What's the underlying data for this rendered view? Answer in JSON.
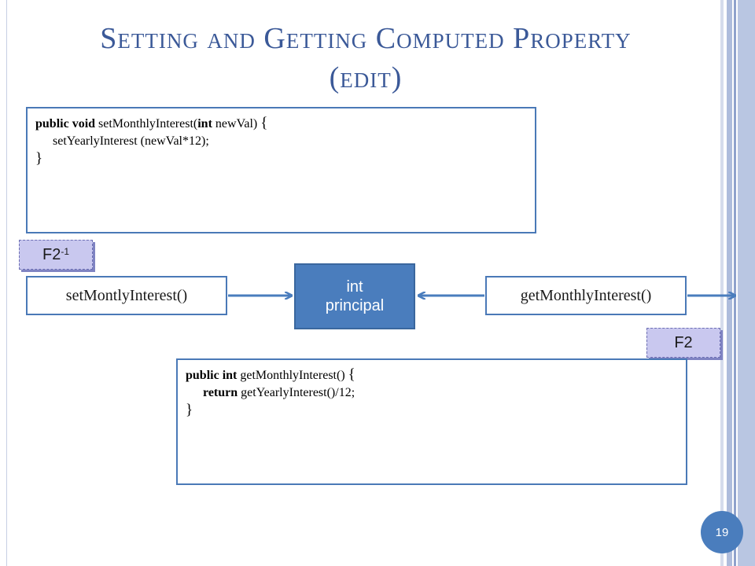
{
  "slide": {
    "title_line1": "Setting and Getting Computed Property",
    "title_line2": "(edit)",
    "page_number": "19"
  },
  "setter_code": {
    "kw1": "public void",
    "sig": " setMonthlyInterest(",
    "kw2": "int",
    "param": " newVal) ",
    "open": "{",
    "body": "setYearlyInterest (newVal*12);",
    "close": "}"
  },
  "getter_code": {
    "kw1": "public int",
    "sig": " getMonthlyInterest() ",
    "open": "{",
    "kw_return": "return",
    "body": " getYearlyInterest()/12;",
    "close": "}"
  },
  "diagram": {
    "setter_label": "setMontlyInterest()",
    "getter_label": "getMonthlyInterest()",
    "center_line1": "int",
    "center_line2": "principal",
    "tag_inverse_base": "F2",
    "tag_inverse_sup": "-1",
    "tag_forward": "F2"
  },
  "colors": {
    "title": "#3b5998",
    "accent": "#4a7dbd",
    "tag_fill": "#c9c8ef"
  }
}
